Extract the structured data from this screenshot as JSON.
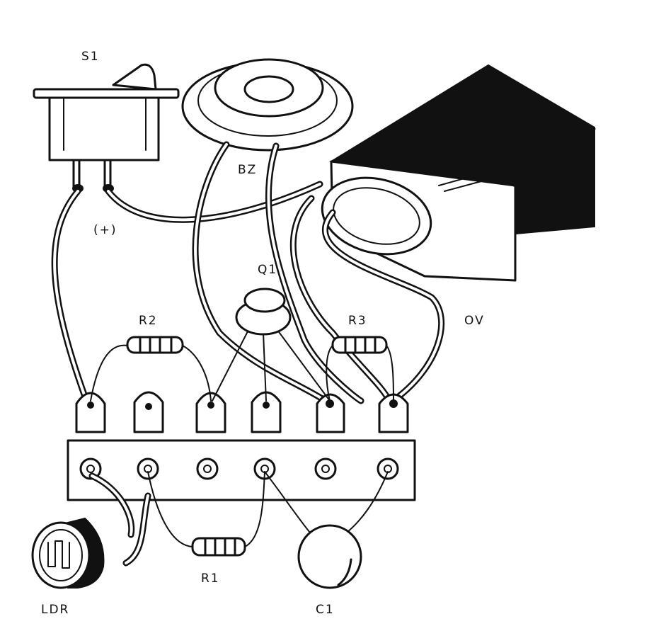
{
  "labels": {
    "switch": "S1",
    "buzzer": "BZ",
    "positive": "(+)",
    "transistor": "Q1",
    "resistor2": "R2",
    "resistor3": "R3",
    "ground": "OV",
    "resistor1": "R1",
    "ldr": "LDR",
    "capacitor": "C1"
  },
  "colors": {
    "ink": "#111111",
    "paper": "#ffffff"
  }
}
